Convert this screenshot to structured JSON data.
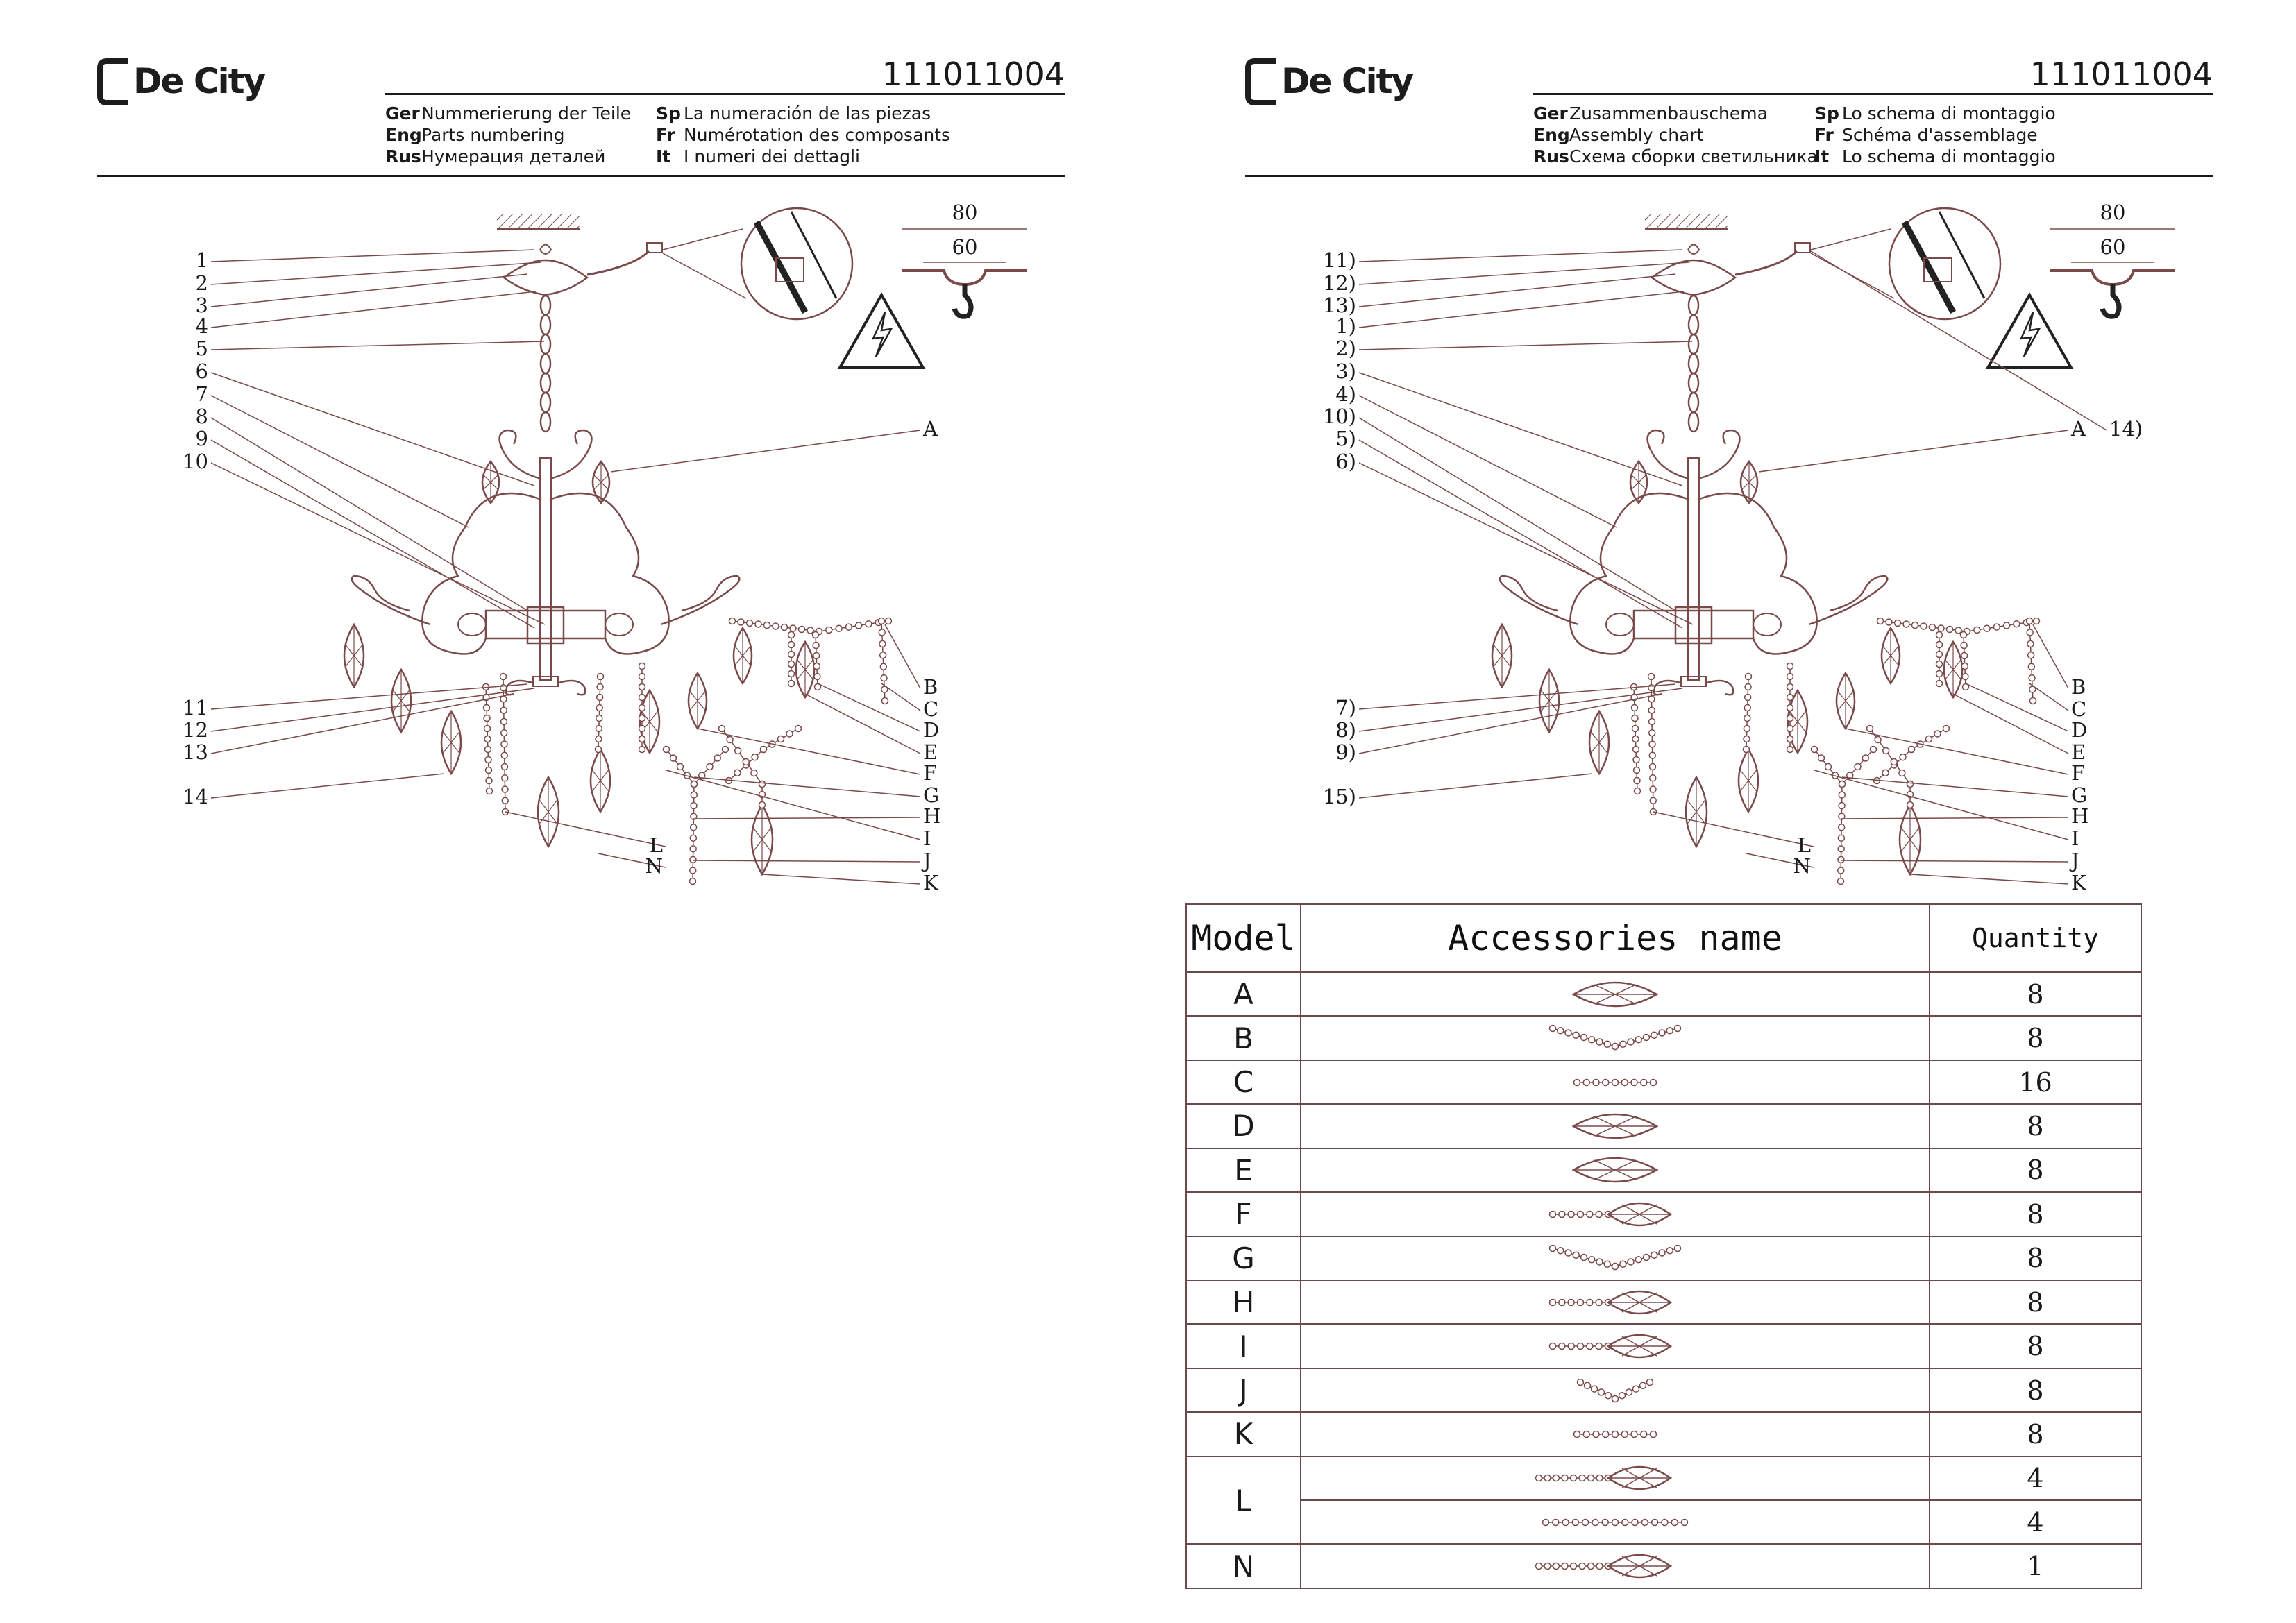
{
  "brand": "De City",
  "model_number": "111011004",
  "left_page": {
    "languages": [
      [
        {
          "code": "Ger",
          "text": "Nummerierung der Teile"
        },
        {
          "code": "Sp",
          "text": "La numeración de las piezas"
        }
      ],
      [
        {
          "code": "Eng",
          "text": "Parts numbering"
        },
        {
          "code": "Fr",
          "text": "Numérotation des composants"
        }
      ],
      [
        {
          "code": "Rus",
          "text": "Нумерация деталей"
        },
        {
          "code": "It",
          "text": "I numeri dei dettagli"
        }
      ]
    ],
    "callouts_left": [
      "1",
      "2",
      "3",
      "4",
      "5",
      "6",
      "7",
      "8",
      "9",
      "10",
      "11",
      "12",
      "13",
      "14"
    ],
    "callouts_right": [
      "A",
      "B",
      "C",
      "D",
      "E",
      "F",
      "G",
      "H",
      "I",
      "J",
      "K"
    ],
    "callouts_bottom": [
      "L",
      "N"
    ]
  },
  "right_page": {
    "languages": [
      [
        {
          "code": "Ger",
          "text": "Zusammenbauschema"
        },
        {
          "code": "Sp",
          "text": "Lo schema di montaggio"
        }
      ],
      [
        {
          "code": "Eng",
          "text": "Assembly chart"
        },
        {
          "code": "Fr",
          "text": "Schéma d'assemblage"
        }
      ],
      [
        {
          "code": "Rus",
          "text": "Схема сборки светильника"
        },
        {
          "code": "It",
          "text": "Lo schema di montaggio"
        }
      ]
    ],
    "callouts_left": [
      "11)",
      "12)",
      "13)",
      "1)",
      "2)",
      "3)",
      "4)",
      "10)",
      "5)",
      "6)",
      "7)",
      "8)",
      "9)",
      "15)"
    ],
    "callout_extra": "14)",
    "callouts_right": [
      "A",
      "B",
      "C",
      "D",
      "E",
      "F",
      "G",
      "H",
      "I",
      "J",
      "K"
    ],
    "callouts_bottom": [
      "L",
      "N"
    ]
  },
  "bracket": {
    "outer": "80",
    "inner": "60"
  },
  "table": {
    "headers": {
      "model": "Model",
      "name": "Accessories name",
      "quantity": "Quantity"
    },
    "rows": [
      {
        "model": "A",
        "icon": "pendant-drop",
        "qty": "8"
      },
      {
        "model": "B",
        "icon": "bead-swag",
        "qty": "8"
      },
      {
        "model": "C",
        "icon": "short-bead-chain",
        "qty": "16"
      },
      {
        "model": "D",
        "icon": "pendant-drop",
        "qty": "8"
      },
      {
        "model": "E",
        "icon": "pendant-drop",
        "qty": "8"
      },
      {
        "model": "F",
        "icon": "beaded-pendant",
        "qty": "8"
      },
      {
        "model": "G",
        "icon": "bead-swag",
        "qty": "8"
      },
      {
        "model": "H",
        "icon": "beaded-pendant",
        "qty": "8"
      },
      {
        "model": "I",
        "icon": "beaded-pendant",
        "qty": "8"
      },
      {
        "model": "J",
        "icon": "short-swag",
        "qty": "8"
      },
      {
        "model": "K",
        "icon": "short-bead-chain",
        "qty": "8"
      },
      {
        "model": "L",
        "icon": "long-beaded-pendant",
        "qty": "4",
        "qty2": "4",
        "icon2": "long-bead-chain"
      },
      {
        "model": "N",
        "icon": "long-beaded-pendant",
        "qty": "1"
      }
    ]
  },
  "colors": {
    "line": "#7a4a4a",
    "text": "#1a1a1a",
    "table_border": "#6a4a4a"
  }
}
